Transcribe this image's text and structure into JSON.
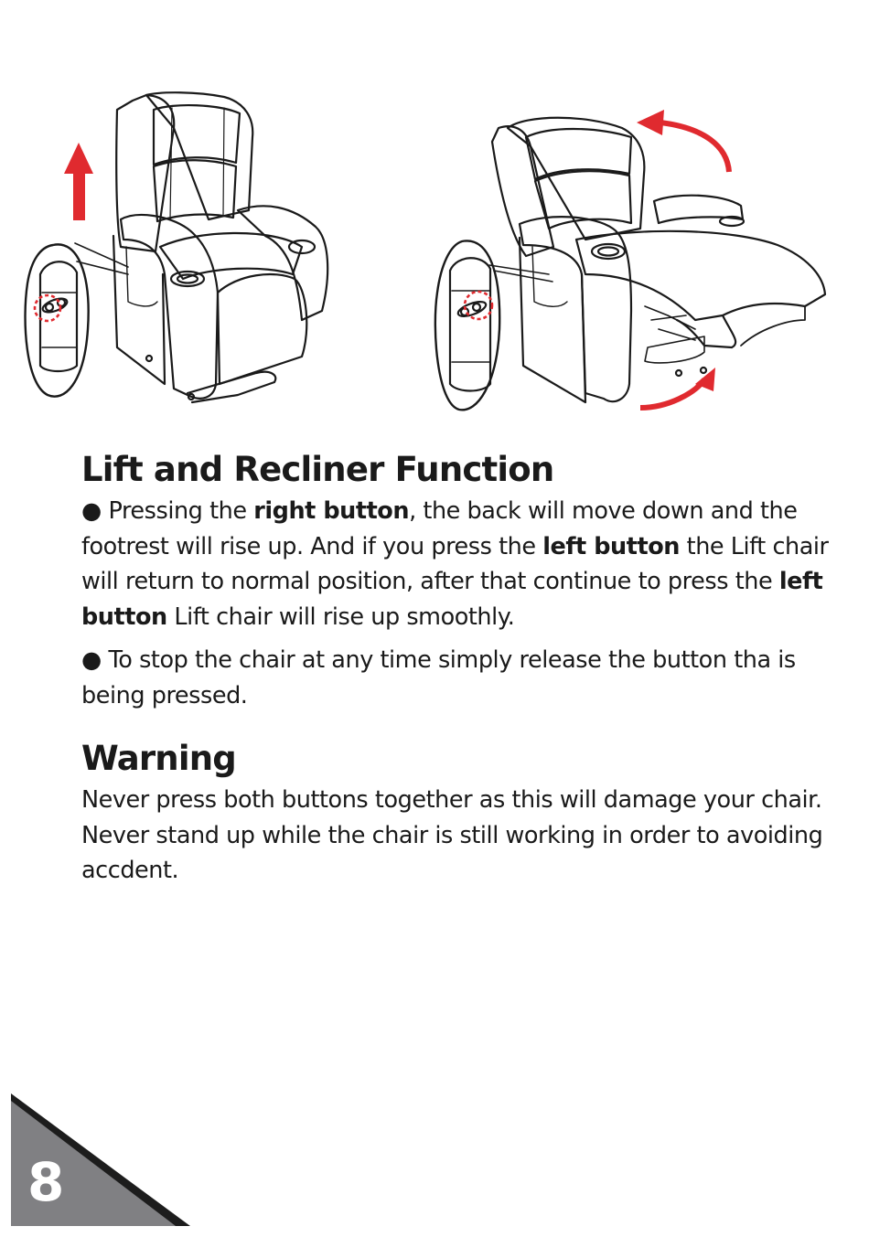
{
  "section1": {
    "title": "Lift and Recliner Function",
    "bullet_glyph": "●",
    "bullet1": {
      "t1": " Pressing the ",
      "b1": "right button",
      "t2": ", the back will move down and the footrest will rise up. And if you press the ",
      "b2": "left button",
      "t3": " the Lift chair will return to normal position, after that continue to press the ",
      "b3": "left button",
      "t4": " Lift chair will rise up smoothly."
    },
    "bullet2": " To stop the chair at any time simply release the button tha is being pressed."
  },
  "warning": {
    "title": "Warning",
    "line1": "Never press both buttons together as this will damage your chair.",
    "line2": "Never stand up while the chair is still working in order to avoiding accdent."
  },
  "page_number": "8",
  "colors": {
    "arrow_red": "#e02a2f",
    "tab_gray": "#808083",
    "tab_dark": "#1d1d1d"
  }
}
